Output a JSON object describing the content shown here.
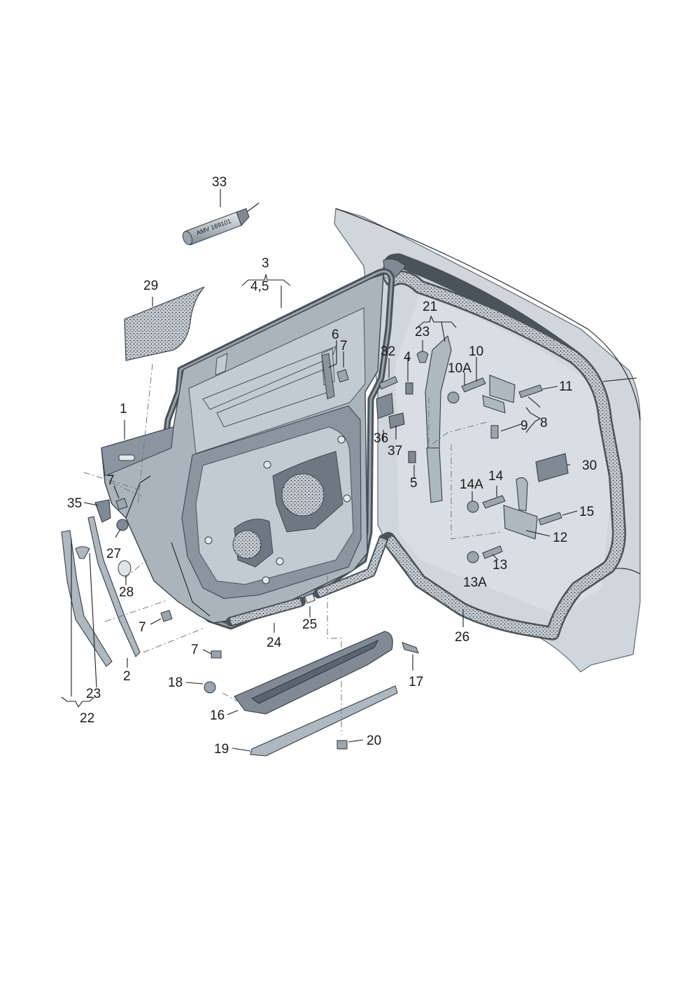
{
  "labels": {
    "l1": "1",
    "l2": "2",
    "l3": "3",
    "l4_5": "4,5",
    "l4": "4",
    "l5": "5",
    "l6": "6",
    "l7a": "7",
    "l7b": "7",
    "l7c": "7",
    "l7d": "7",
    "l8": "8",
    "l9": "9",
    "l10": "10",
    "l10a": "10A",
    "l11": "11",
    "l12": "12",
    "l13": "13",
    "l13a": "13A",
    "l14": "14",
    "l14a": "14A",
    "l15": "15",
    "l16": "16",
    "l17": "17",
    "l18": "18",
    "l19": "19",
    "l20": "20",
    "l21": "21",
    "l22": "22",
    "l23a": "23",
    "l23b": "23",
    "l24": "24",
    "l25": "25",
    "l26": "26",
    "l27": "27",
    "l28": "28",
    "l29": "29",
    "l30": "30",
    "l32": "32",
    "l33": "33",
    "l35": "35",
    "l36": "36",
    "l37": "37"
  },
  "can_text": "AMV 169101",
  "colors": {
    "body_panel": "#cfd6dc",
    "door_metal": "#aab4bd",
    "seal_dark": "#4a5359",
    "foam_dots": "#3d464e"
  }
}
